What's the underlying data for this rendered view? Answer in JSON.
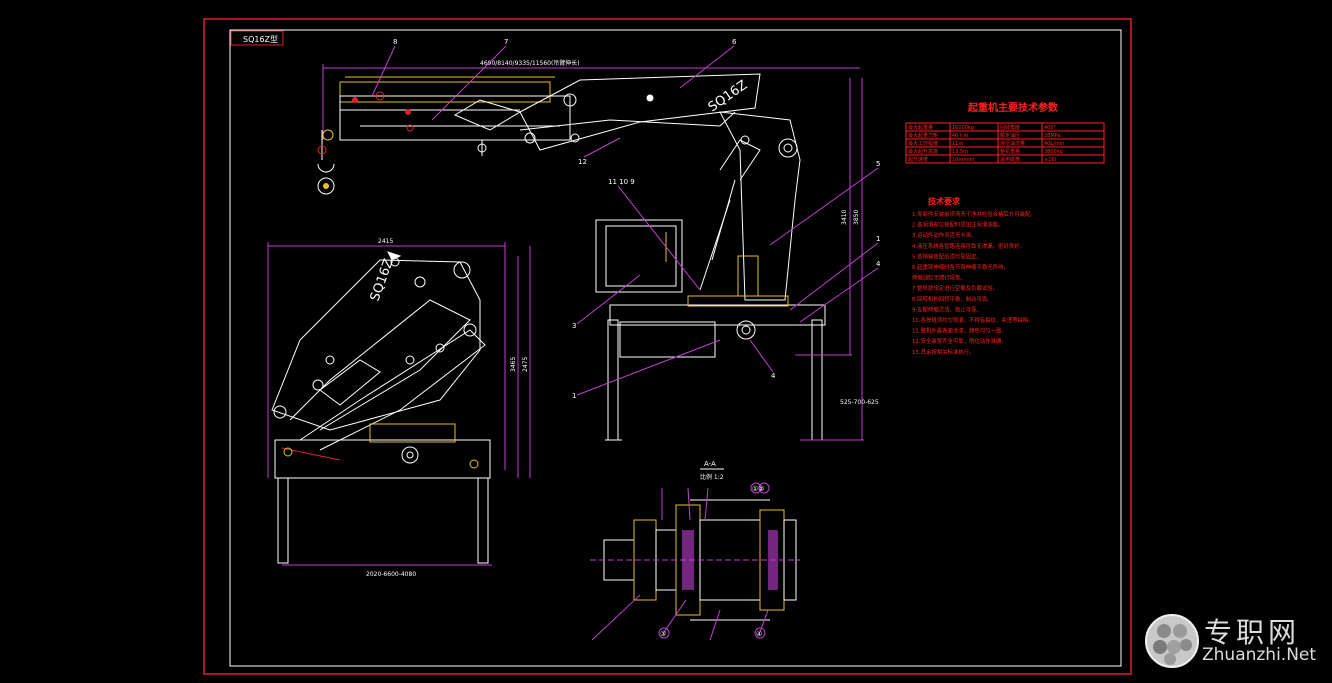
{
  "drawing": {
    "title_block_label": "SQ16Z型",
    "model_mark_top": "SQ16Z",
    "model_mark_side": "SQ16Z",
    "top_dimension": "4690/8140/9335/11560(吊臂伸长)",
    "base_dimension": "2020-6600-4080",
    "side_dimension_top": "2415",
    "side_dimension_right": "3465",
    "side_dimension_right2": "2475",
    "front_dimension_a": "3410",
    "front_dimension_b": "3850",
    "front_dimension_foot": "525-700-625",
    "section_label": "A-A",
    "section_scale": "比例 1:2",
    "callouts": {
      "c8": "8",
      "c7": "7",
      "c6": "6",
      "c5": "5",
      "c4": "4",
      "c1": "1",
      "c12": "12",
      "c11": "11 10 9",
      "c3": "3",
      "c1b": "1",
      "c4b": "4",
      "sec_12": "①②",
      "sec_3": "③",
      "sec_4": "④"
    }
  },
  "spec_table": {
    "title": "起重机主要技术参数",
    "rows": [
      [
        "最大起重量",
        "16000kg",
        "回转角度",
        "400°"
      ],
      [
        "最大起重力矩",
        "40 t·m",
        "额定油压",
        "28MPa"
      ],
      [
        "最大工作幅度",
        "11m",
        "液压油流量",
        "40L/min"
      ],
      [
        "最大起升高度",
        "13.5m",
        "整机重量",
        "3800kg"
      ],
      [
        "起升速度",
        "10m/min",
        "适用底盘",
        "≥16t"
      ]
    ]
  },
  "tech_notes": {
    "title": "技术要求",
    "lines": [
      "1.零部件安装前须清洗干净并检验合格后方可装配。",
      "2.各润滑部位装配时须加注润滑油脂。",
      "3.运动件动作灵活无卡滞。",
      "4.液压系统各管路连接可靠无渗漏，密封良好。",
      "5.各销轴装配后须可靠固定。",
      "6.起重臂伸缩时各节臂伸缩平稳无异响，",
      "  伸缩油缸无爬行现象。",
      "7.整机按规定进行空载及负载试验。",
      "8.回转机构回转平稳，制动可靠。",
      "9.支腿伸缩灵活，锁止可靠。",
      "10.各焊缝须均匀饱满，不得有裂纹、夹渣等缺陷。",
      "11.整机外露表面涂漆，颜色均匀一致。",
      "12.安全装置齐全可靠，限位动作准确。",
      "13.其余按相关标准执行。"
    ]
  },
  "watermark": {
    "cn": "专职网",
    "en": "Zhuanzhi.Net"
  },
  "colors": {
    "frame": "#e0202a",
    "line": "#ffffff",
    "dimension": "#c040d0",
    "yellow": "#e8c020",
    "text_red": "#ff2020"
  }
}
